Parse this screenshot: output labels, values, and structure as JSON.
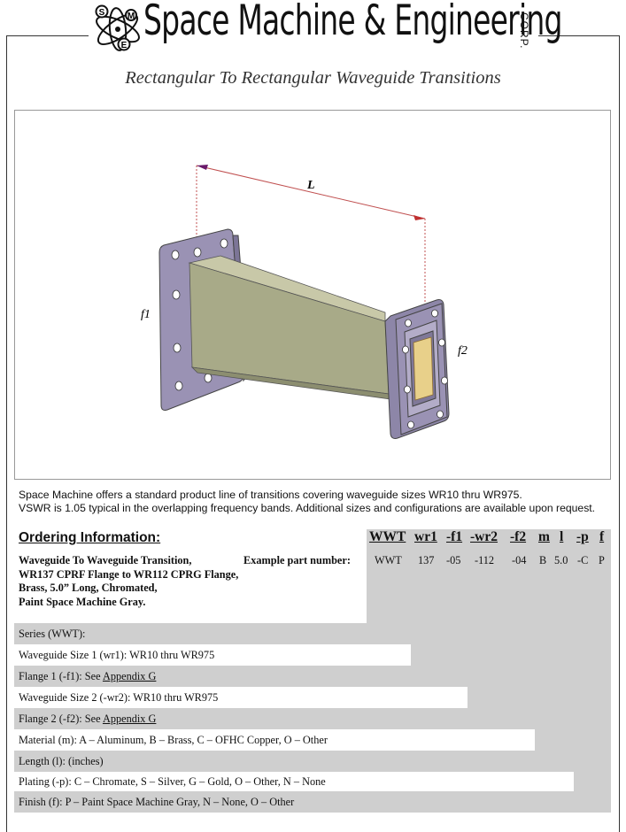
{
  "header": {
    "company_name": "Space Machine & Engineering",
    "corp": "CORP.",
    "logo_letters": [
      "S",
      "M",
      "E"
    ],
    "subtitle": "Rectangular To Rectangular Waveguide Transitions"
  },
  "figure": {
    "label_length": "L",
    "label_flange1": "f1",
    "label_flange2": "f2"
  },
  "intro": {
    "line1": "Space Machine offers a standard product line of transitions covering waveguide sizes WR10 thru WR975.",
    "line2": "VSWR is 1.05 typical in the overlapping frequency bands.  Additional sizes and configurations are available upon request."
  },
  "ordering": {
    "title": "Ordering Information:",
    "desc_lines": [
      "Waveguide To Waveguide Transition,",
      "WR137 CPRF Flange to WR112 CPRG Flange,",
      "Brass, 5.0” Long, Chromated,",
      "Paint Space Machine Gray."
    ],
    "example_label": "Example part number:",
    "code_headers": [
      "WWT",
      "wr1",
      "-f1",
      "-wr2",
      "-f2",
      "m",
      "l",
      "-p",
      "f"
    ],
    "code_values": [
      "WWT",
      "137",
      "-05",
      "-112",
      "-04",
      "B",
      "5.0",
      "-C",
      "P"
    ],
    "rows": [
      {
        "text": "Series (WWT):",
        "link": ""
      },
      {
        "text": "Waveguide Size 1 (wr1): WR10 thru WR975",
        "link": ""
      },
      {
        "text": "Flange 1 (-f1): See ",
        "link": "Appendix G"
      },
      {
        "text": "Waveguide Size 2 (-wr2): WR10 thru WR975",
        "link": ""
      },
      {
        "text": "Flange 2 (-f2): See ",
        "link": "Appendix G"
      },
      {
        "text": "Material (m): A – Aluminum, B – Brass, C – OFHC Copper, O – Other",
        "link": ""
      },
      {
        "text": "Length (l): (inches)",
        "link": ""
      },
      {
        "text": "Plating (-p): C – Chromate, S – Silver, G – Gold, O – Other, N – None",
        "link": ""
      },
      {
        "text": "Finish (f): P – Paint Space Machine Gray, N – None, O – Other",
        "link": ""
      }
    ]
  },
  "colors": {
    "table_gray": "#cfcfcf",
    "dimension_line": "#c05050",
    "flange_face": "#9a92b4",
    "guide_body": "#a8aa88",
    "aperture_gold": "#e8d08a"
  }
}
